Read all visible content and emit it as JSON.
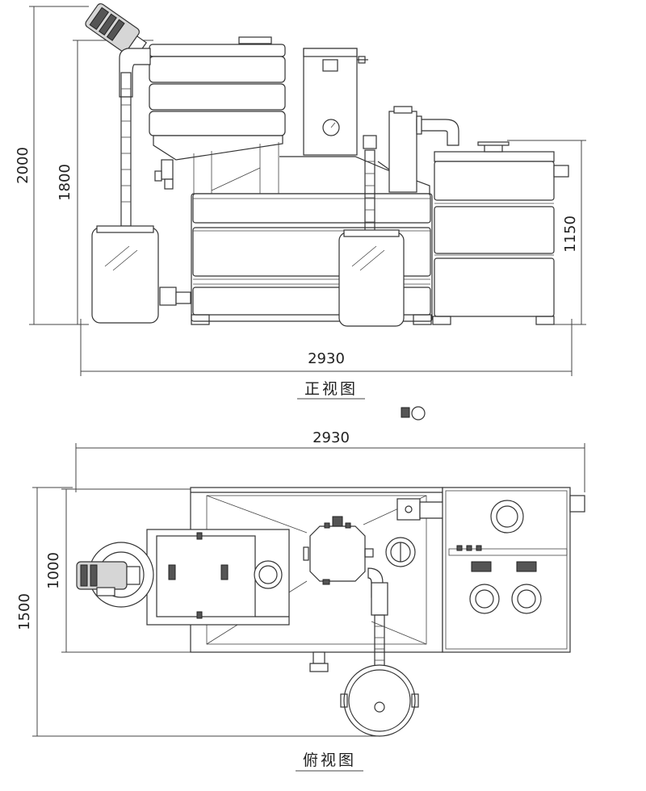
{
  "front_view": {
    "caption": "正视图",
    "dims": {
      "overall_height": "2000",
      "tank_height": "1800",
      "box_height": "1150",
      "overall_width": "2930"
    }
  },
  "top_view": {
    "caption": "俯视图",
    "dims": {
      "overall_width": "2930",
      "inner_depth": "1000",
      "overall_depth": "1500"
    }
  }
}
